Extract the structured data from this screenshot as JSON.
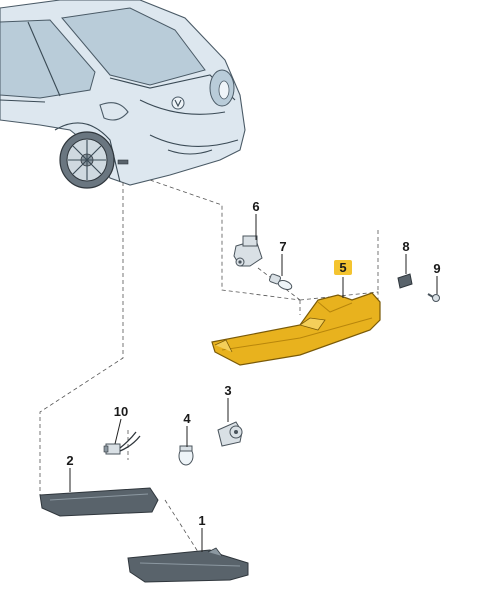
{
  "parts": [
    {
      "id": "part-1",
      "label": "1"
    },
    {
      "id": "part-2",
      "label": "2"
    },
    {
      "id": "part-3",
      "label": "3"
    },
    {
      "id": "part-4",
      "label": "4"
    },
    {
      "id": "part-5",
      "label": "5",
      "highlight_color": "#f4c430"
    },
    {
      "id": "part-6",
      "label": "6"
    },
    {
      "id": "part-7",
      "label": "7"
    },
    {
      "id": "part-8",
      "label": "8"
    },
    {
      "id": "part-9",
      "label": "9"
    },
    {
      "id": "part-10",
      "label": "10"
    }
  ],
  "colors": {
    "highlight_part": "#e8b21e",
    "highlight_part_dark": "#b8860b",
    "car_body": "#dde7ef",
    "dark_part": "#59636b"
  }
}
